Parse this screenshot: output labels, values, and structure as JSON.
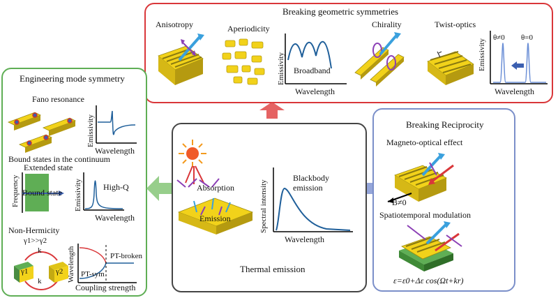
{
  "top": {
    "title": "Breaking geometric symmetries",
    "anisotropy": "Anisotropy",
    "aperiodicity": "Aperiodicity",
    "emissivity_a": "Emissivity",
    "broadband": "Broadband",
    "wavelength_a": "Wavelength",
    "chirality": "Chirality",
    "twist": "Twist-optics",
    "theta_neq": "θ≠0",
    "theta_eq": "θ=0",
    "emissivity_b": "Emissivity",
    "wavelength_b": "Wavelength"
  },
  "left": {
    "title": "Engineering mode symmetry",
    "fano": "Fano resonance",
    "emissivity_fano": "Emissivity",
    "wavelength_fano": "Wavelength",
    "bic": "Bound states in the continuum",
    "extended": "Extended state",
    "frequency": "Frequency",
    "bound": "Bound state",
    "emissivity_bic": "Emissivity",
    "highq": "High-Q",
    "wavelength_bic": "Wavelength",
    "nonherm": "Non-Hermicity",
    "gamma_rel": "γ1>>γ2",
    "k_top": "k",
    "k_bottom": "k",
    "gamma1": "γ1",
    "gamma2": "γ2",
    "wavelength_nh": "Wavelength",
    "pt_sym": "PT-sym",
    "pt_broken": "PT-broken",
    "coupling": "Coupling strength"
  },
  "center": {
    "absorption": "Absorption",
    "emission": "Emission",
    "spectral": "Spectral intensity",
    "blackbody_1": "Blackbody",
    "blackbody_2": "emission",
    "wavelength": "Wavelength",
    "caption": "Thermal emission"
  },
  "right": {
    "title": "Breaking Reciprocity",
    "magneto": "Magneto-optical effect",
    "bfield": "B≠0",
    "spatio": "Spatiotemporal modulation",
    "formula": "ε=ε0+Δε cos(Ωt+kr)"
  },
  "colors": {
    "green_border": "#5fae55",
    "red_border": "#d9373a",
    "blue_border": "#7b8fc9",
    "center_border": "#444444",
    "gold": "#f2d21a",
    "curve": "#1f5f9a"
  }
}
